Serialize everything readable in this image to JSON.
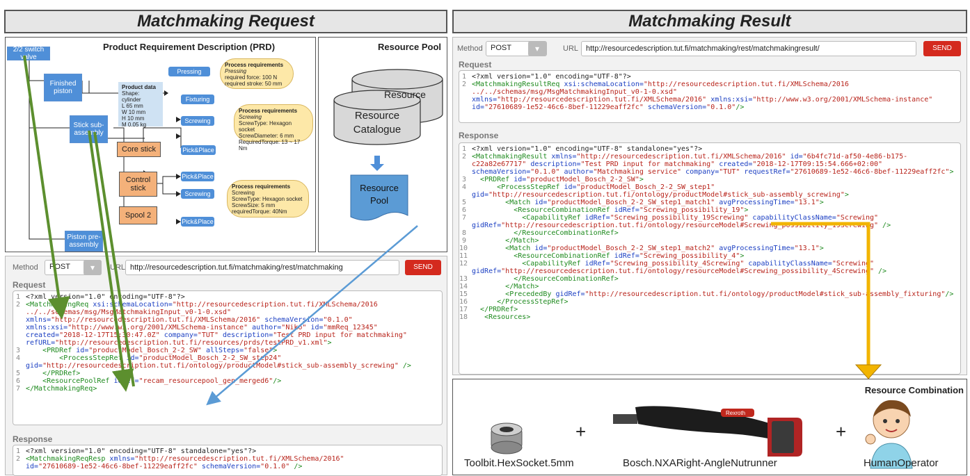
{
  "left_header": "Matchmaking Request",
  "right_header": "Matchmaking Result",
  "prd": {
    "title": "Product Requirement Description (PRD)",
    "switch_valve": "2/2 switch valve",
    "finished_piston": "Finished piston",
    "stick_sub": "Stick sub-assembly",
    "core_stick": "Core stick",
    "control_stick": "Control stick",
    "spool2": "Spool 2",
    "piston_pre": "Piston pre-assembly",
    "pressing": "Pressing",
    "fixturing": "Fixturing",
    "screwing1": "Screwing",
    "pickplace1": "Pick&Place",
    "pickplace2": "Pick&Place",
    "screwing2": "Screwing",
    "pickplace3": "Pick&Place",
    "product_data": [
      "Product data",
      "Shape: cylinder",
      "L 65 mm",
      "W 10 mm",
      "H 10 mm",
      "M 0.05 kg"
    ],
    "req1": [
      "Process requirements",
      "Pressing",
      "required force: 100 N",
      "required stroke: 50 mm"
    ],
    "req2": [
      "Process requirements",
      "Screwing",
      "ScrewType: Hexagon socket",
      "ScrewDiameter: 6 mm",
      "RequiredTorque: 13 ~ 17 Nm"
    ],
    "req3": [
      "Process requirements",
      "Screwing",
      "ScrewType: Hexagon socket",
      "ScrewSize: 5 mm",
      "requiredTorque: 40Nm"
    ]
  },
  "pool": {
    "title": "Resource Pool",
    "cat_back": "Resource",
    "cat_front": "Resource Catalogue",
    "pool_doc": "Resource Pool"
  },
  "req_ui": {
    "method_label": "Method",
    "method": "POST",
    "url_label": "URL",
    "url": "http://resourcedescription.tut.fi/matchmaking/rest/matchmaking",
    "send": "SEND",
    "request_label": "Request",
    "response_label": "Response"
  },
  "res_ui": {
    "method_label": "Method",
    "method": "POST",
    "url_label": "URL",
    "url": "http://resourcedescription.tut.fi/matchmaking/rest/matchmakingresult/",
    "send": "SEND",
    "request_label": "Request",
    "response_label": "Response"
  },
  "resource_combination": {
    "title": "Resource Combination",
    "items": [
      "Toolbit.HexSocket.5mm",
      "Bosch.NXARight-AngleNutrunner",
      "HumanOperator"
    ],
    "plus": "+",
    "tool_brand": "Rexroth"
  },
  "colors": {
    "accent_red": "#d42a1e",
    "blue_box": "#4f8fd8",
    "orange_box": "#f4b17a",
    "green_arrow": "#5c8f2e",
    "blue_arrow": "#5b9bd5",
    "orange_arrow": "#f2b400"
  }
}
